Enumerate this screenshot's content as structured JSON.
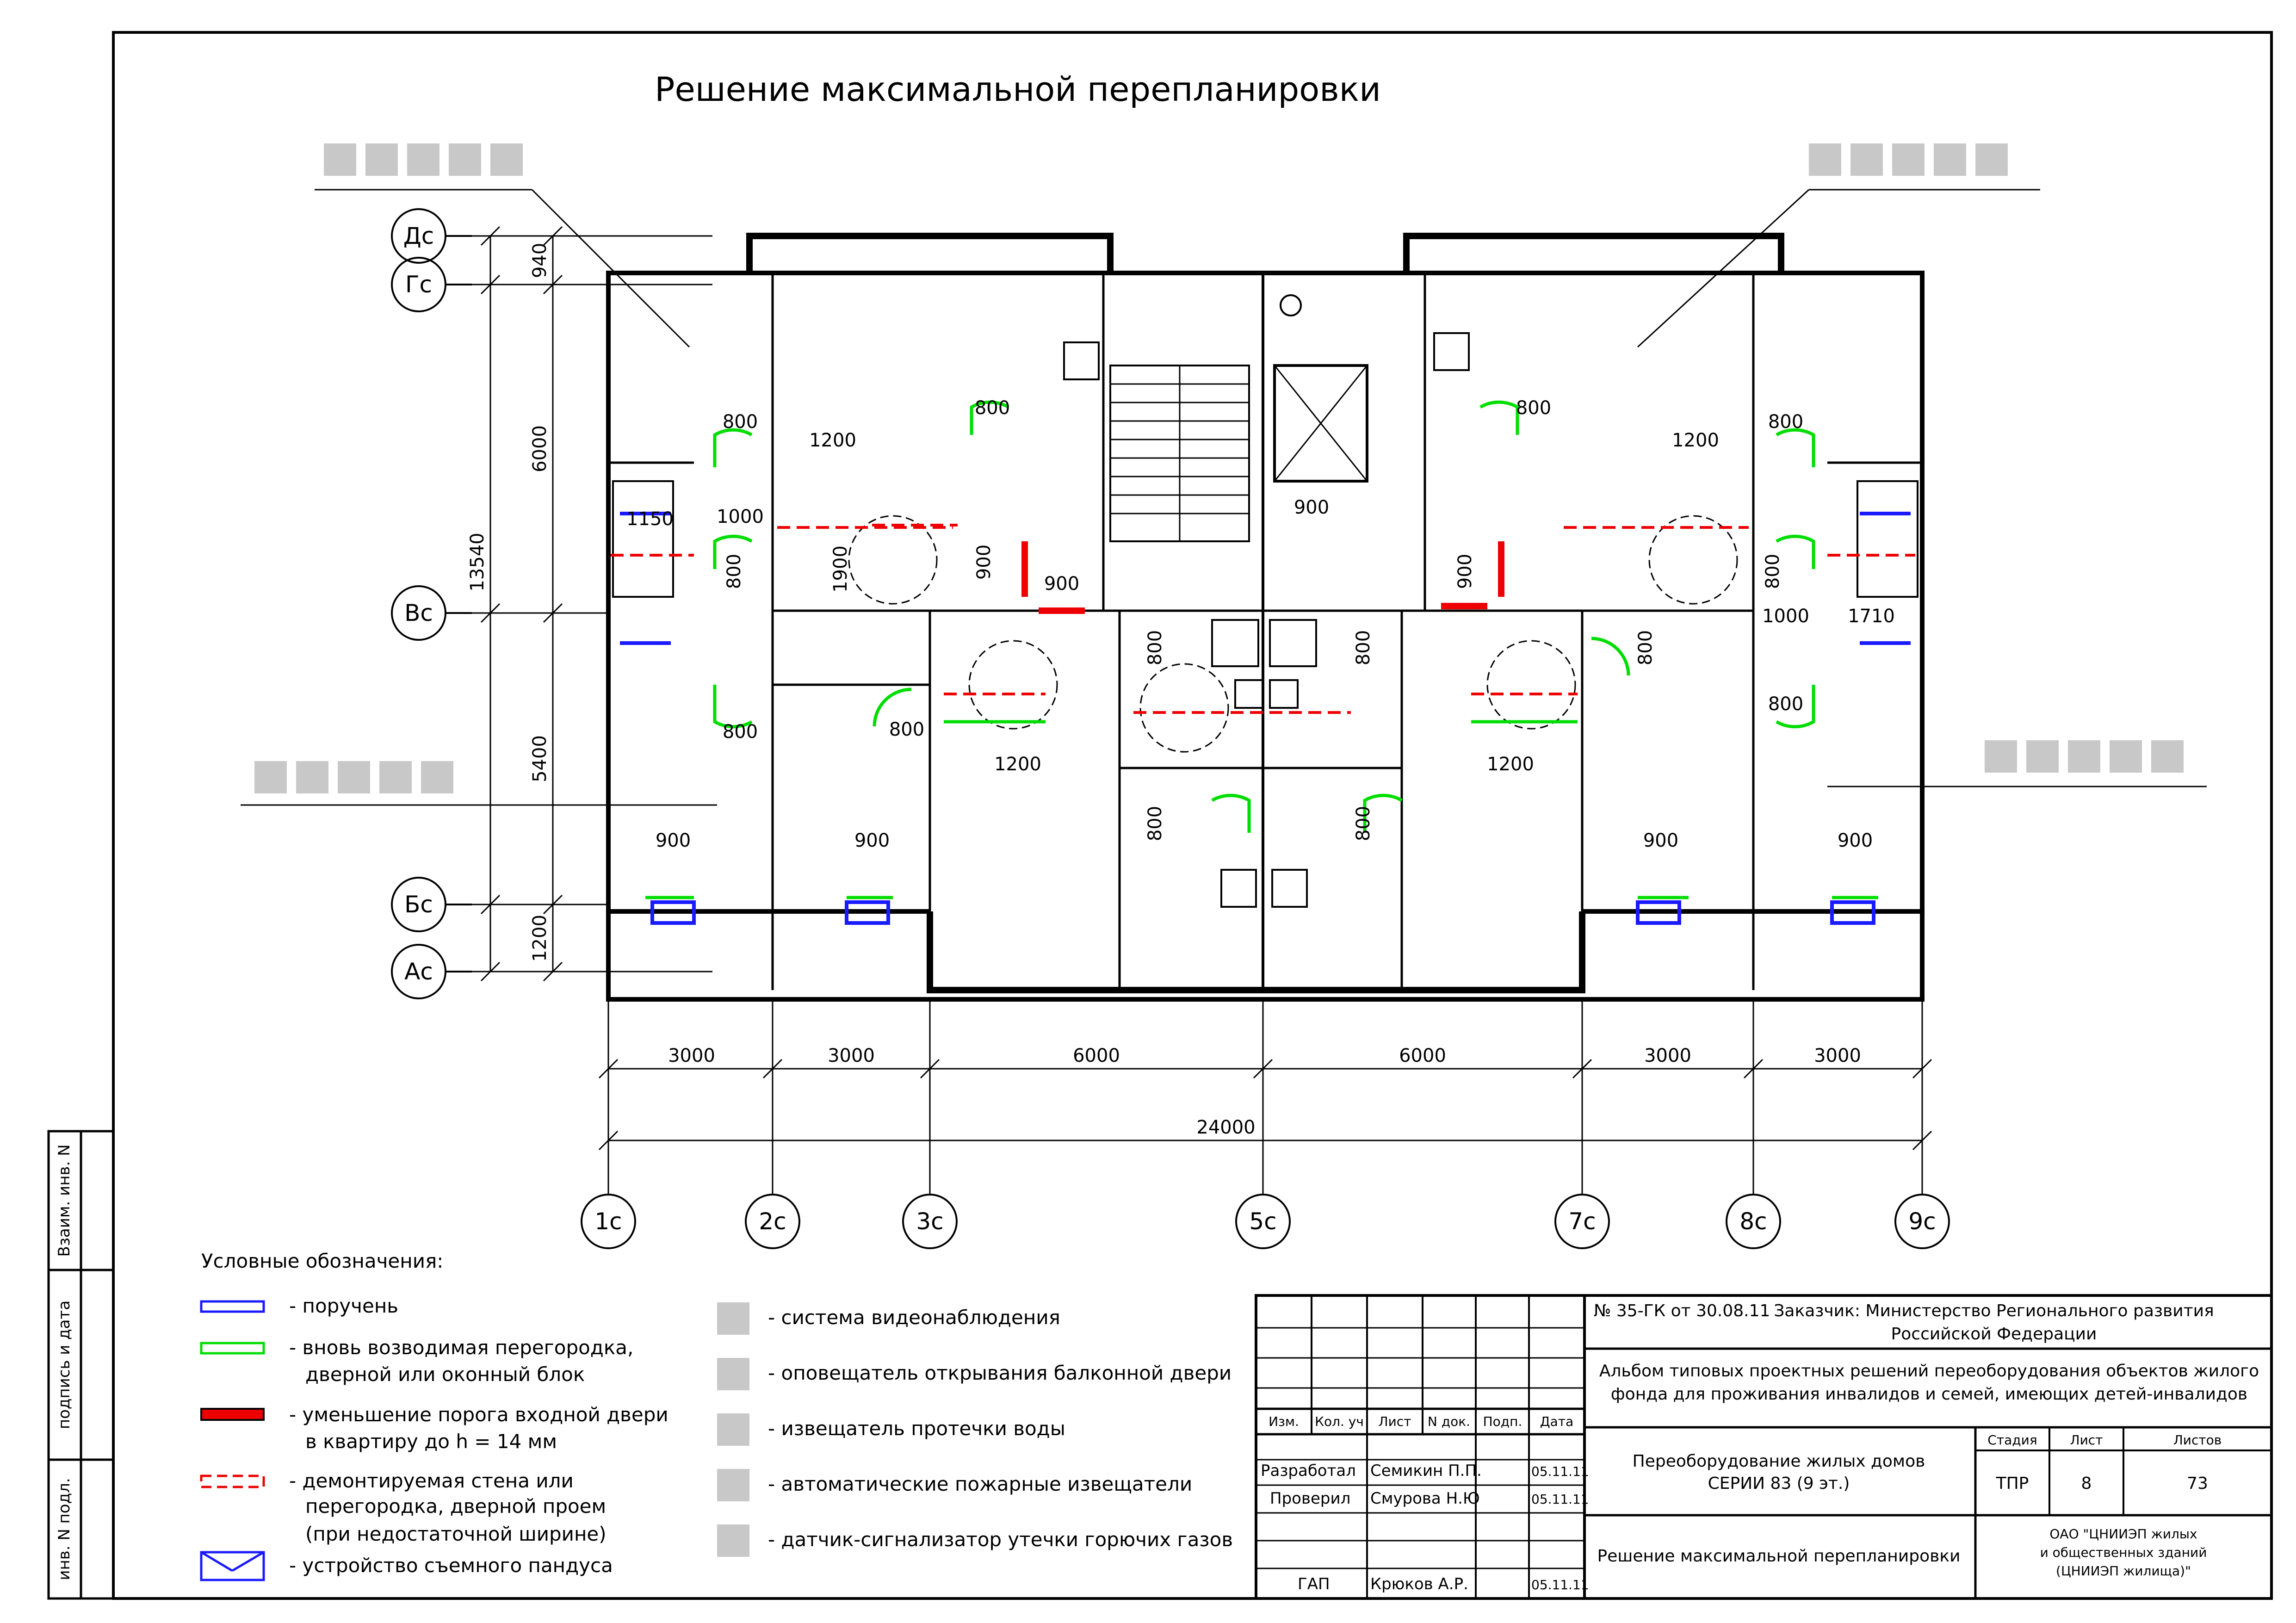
{
  "title": "Решение максимальной  перепланировки",
  "colors": {
    "line": "#000000",
    "handrail": "#1a1aff",
    "new_partition": "#00dd00",
    "threshold": "#ee0000",
    "demolish": "#ee0000",
    "icon_bg": "#c8c8c8"
  },
  "axes": {
    "rows": [
      "Дс",
      "Гс",
      "Вс",
      "Бс",
      "Ас"
    ],
    "cols": [
      "1с",
      "2с",
      "3с",
      "5с",
      "7с",
      "8с",
      "9с"
    ]
  },
  "dimensions": {
    "vertical": [
      "940",
      "6000",
      "13540",
      "5400",
      "1200"
    ],
    "horizontal": [
      "3000",
      "3000",
      "6000",
      "6000",
      "3000",
      "3000"
    ],
    "total": "24000",
    "openings": [
      "800",
      "1200",
      "800",
      "1000",
      "1150",
      "800",
      "1900",
      "900",
      "900",
      "800",
      "800",
      "900",
      "800",
      "1200",
      "800",
      "800",
      "900",
      "800",
      "1200",
      "800",
      "1200",
      "800",
      "1000",
      "800",
      "1710",
      "800",
      "800",
      "900",
      "900",
      "900",
      "900"
    ]
  },
  "legend": {
    "heading": "Условные обозначения:",
    "left": [
      {
        "icon": "handrail-line",
        "text": [
          "- поручень"
        ]
      },
      {
        "icon": "new-partition-line",
        "text": [
          "- вновь возводимая перегородка,",
          "дверной или оконный блок"
        ]
      },
      {
        "icon": "threshold-bar",
        "text": [
          "- уменьшение порога входной двери",
          "в квартиру до h = 14 мм"
        ]
      },
      {
        "icon": "demolish-dashed",
        "text": [
          "- демонтируемая стена или",
          "перегородка, дверной проем",
          "(при недостаточной ширине)"
        ]
      },
      {
        "icon": "ramp-symbol",
        "text": [
          "- устройство съемного пандуса"
        ]
      }
    ],
    "right": [
      {
        "icon": "camera-icon",
        "text": "- система видеонаблюдения"
      },
      {
        "icon": "door-alarm-icon",
        "text": "- оповещатель открывания балконной двери"
      },
      {
        "icon": "water-leak-icon",
        "text": "- извещатель протечки воды"
      },
      {
        "icon": "fire-detector-icon",
        "text": "- автоматические пожарные извещатели"
      },
      {
        "icon": "gas-detector-icon",
        "text": "- датчик-сигнализатор утечки горючих газов"
      }
    ]
  },
  "side_stamp": [
    "Взаим. инв. N",
    "подпись и дата",
    "инв. N подл."
  ],
  "title_block": {
    "headers": [
      "Изм.",
      "Кол. уч",
      "Лист",
      "N док.",
      "Подп.",
      "Дата"
    ],
    "rows": [
      {
        "role": "Разработал",
        "name": "Семикин П.П.",
        "date": "05.11.11"
      },
      {
        "role": "Проверил",
        "name": "Смурова Н.Ю",
        "date": "05.11.11"
      },
      {
        "role": "ГАП",
        "name": "Крюков А.Р.",
        "date": "05.11.11"
      }
    ],
    "contract": "№ 35-ГК от 30.08.11",
    "customer": [
      "Заказчик: Министерство Регионального развития",
      "Российской Федерации"
    ],
    "album": [
      "Альбом типовых проектных решений переоборудования объектов жилого",
      "фонда для проживания инвалидов и семей, имеющих детей-инвалидов"
    ],
    "project": [
      "Переоборудование жилых домов",
      "СЕРИИ 83 (9 эт.)"
    ],
    "sheet_title": "Решение максимальной перепланировки",
    "stage_label": "Стадия",
    "sheet_label": "Лист",
    "sheets_label": "Листов",
    "stage": "ТПР",
    "sheet": "8",
    "sheets": "73",
    "org": [
      "ОАО \"ЦНИИЭП жилых",
      "и общественных зданий",
      "(ЦНИИЭП жилища)\""
    ]
  }
}
